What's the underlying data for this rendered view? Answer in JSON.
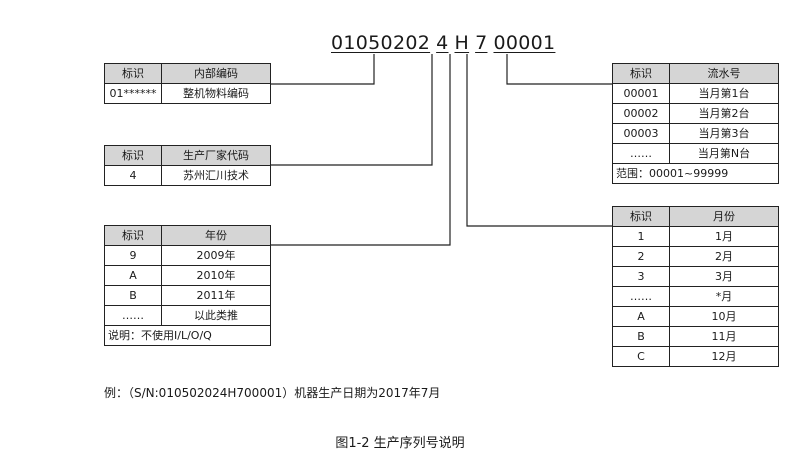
{
  "serial": {
    "seg_internal": "01050202",
    "seg_maker": "4",
    "seg_year": "H",
    "seg_month": "7",
    "seg_seq": "00001"
  },
  "internal_code_table": {
    "header": [
      "标识",
      "内部编码"
    ],
    "rows": [
      [
        "01******",
        "整机物料编码"
      ]
    ]
  },
  "manufacturer_table": {
    "header": [
      "标识",
      "生产厂家代码"
    ],
    "rows": [
      [
        "4",
        "苏州汇川技术"
      ]
    ]
  },
  "year_table": {
    "header": [
      "标识",
      "年份"
    ],
    "rows": [
      [
        "9",
        "2009年"
      ],
      [
        "A",
        "2010年"
      ],
      [
        "B",
        "2011年"
      ],
      [
        "……",
        "以此类推"
      ]
    ],
    "note": "说明：不使用I/L/O/Q"
  },
  "sequence_table": {
    "header": [
      "标识",
      "流水号"
    ],
    "rows": [
      [
        "00001",
        "当月第1台"
      ],
      [
        "00002",
        "当月第2台"
      ],
      [
        "00003",
        "当月第3台"
      ],
      [
        "……",
        "当月第N台"
      ]
    ],
    "note": "范围：00001~99999"
  },
  "month_table": {
    "header": [
      "标识",
      "月份"
    ],
    "rows": [
      [
        "1",
        "1月"
      ],
      [
        "2",
        "2月"
      ],
      [
        "3",
        "3月"
      ],
      [
        "……",
        "*月"
      ],
      [
        "A",
        "10月"
      ],
      [
        "B",
        "11月"
      ],
      [
        "C",
        "12月"
      ]
    ]
  },
  "example_text": "例：（S/N:010502024H700001）机器生产日期为2017年7月",
  "figure_caption": "图1-2 生产序列号说明"
}
